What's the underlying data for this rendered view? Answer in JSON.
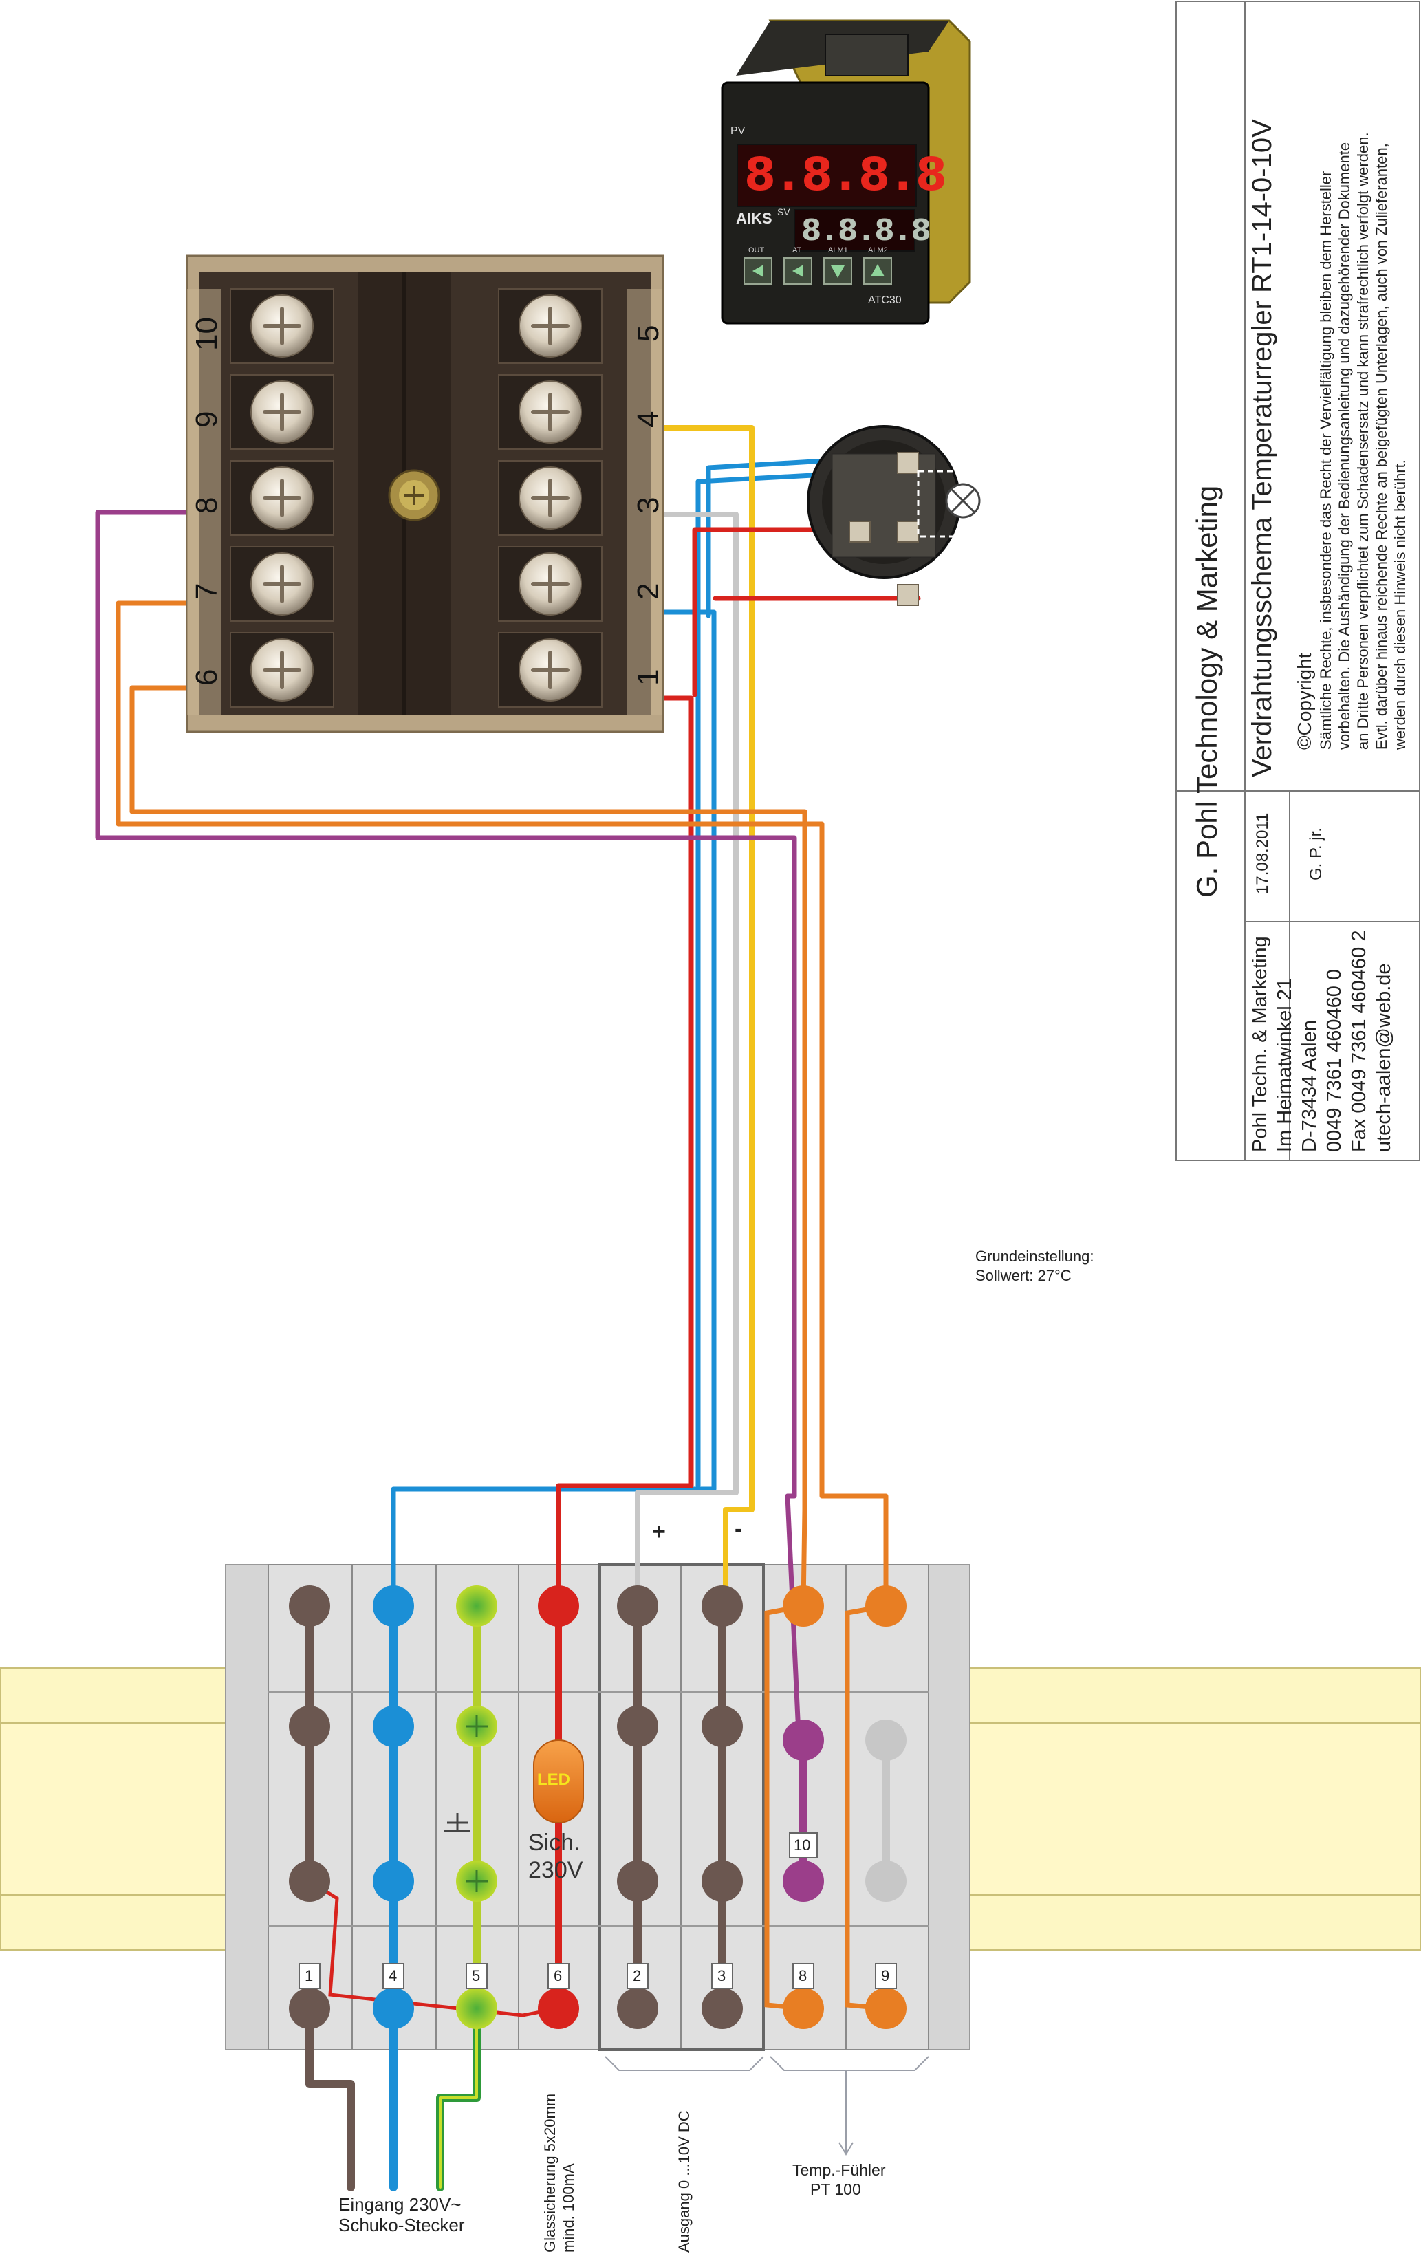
{
  "title_block": {
    "company": "G. Pohl Technology & Marketing",
    "title": "Verdrahtungsschema Temperaturregler RT1-14-0-10V",
    "date": "17.08.2011",
    "author": "G. P. jr.",
    "copyright_heading": "Copyright",
    "copyright_lines": [
      "Sämtliche Rechte, insbesondere das Recht  der Vervielfältigung bleiben dem Hersteller",
      "vorbehalten. Die Aushändigung der Bedienungsanleitung und dazugehörender Dokumente",
      "an Dritte Personen verpflichtet zum Schadensersatz und kann strafrechtlich verfolgt werden.",
      "Evtl. darüber hinaus reichende Rechte an beigefügten Unterlagen, auch von Zulieferanten,",
      "werden durch diesen Hinweis nicht berührt."
    ],
    "address_lines": [
      "Pohl Techn. & Marketing",
      "Im Heimatwinkel 21",
      "D-73434 Aalen",
      "0049 7361 460460 0",
      "Fax 0049 7361 460460 2",
      "utech-aalen@web.de"
    ]
  },
  "controller": {
    "brand": "AIKS",
    "model": "ATC30",
    "pv_label": "PV",
    "sv_label": "SV",
    "pv_display": "8.8.8.8",
    "sv_display": "8.8.8.8",
    "key_labels": [
      "OUT",
      "AT",
      "ALM1",
      "ALM2"
    ]
  },
  "terminal_block": {
    "left_numbers": [
      "10",
      "9",
      "8",
      "7",
      "6"
    ],
    "right_numbers": [
      "5",
      "4",
      "3",
      "2",
      "1"
    ]
  },
  "settings_note": {
    "line1": "Grundeinstellung:",
    "line2": "Sollwert: 27°C"
  },
  "rail": {
    "terminal_numbers": [
      "1",
      "4",
      "5",
      "6",
      "2",
      "3",
      "8",
      "9"
    ],
    "bridge_label": "10",
    "led_label": "LED",
    "fuse_line1": "Sich.",
    "fuse_line2": "230V",
    "plus_sign": "+",
    "minus_sign": "-"
  },
  "labels": {
    "input_line1": "Eingang 230V~",
    "input_line2": "Schuko-Stecker",
    "fuse_note_line1": "Glassicherung 5x20mm",
    "fuse_note_line2": "mind. 100mA",
    "output_label": "Ausgang 0 ...10V DC",
    "sensor_line1": "Temp.-Fühler",
    "sensor_line2": "PT 100"
  },
  "colors": {
    "brown": "#6b5750",
    "blue": "#1b8fd6",
    "yellow_green": "#b4cf2a",
    "green": "#2e9a3a",
    "red": "#d8231d",
    "grey": "#c7c7c7",
    "yellow": "#f2c21b",
    "orange": "#e87e23",
    "purple": "#9b3e8a",
    "rail": "#d9d9d9",
    "din_rail": "#fdf7c4"
  }
}
